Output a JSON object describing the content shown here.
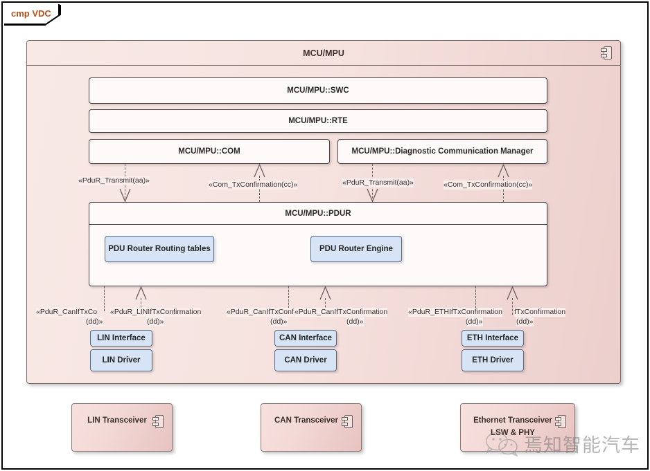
{
  "frame": {
    "label": "cmp VDC"
  },
  "main_component": {
    "title": "MCU/MPU",
    "icon": "component-icon"
  },
  "layers": [
    {
      "name": "swc",
      "label": "MCU/MPU::SWC"
    },
    {
      "name": "rte",
      "label": "MCU/MPU::RTE"
    },
    {
      "name": "com",
      "label": "MCU/MPU::COM"
    },
    {
      "name": "dcm",
      "label": "MCU/MPU::Diagnostic Communication Manager"
    },
    {
      "name": "pdur",
      "label": "MCU/MPU::PDUR"
    }
  ],
  "pdur_children": [
    {
      "name": "routing-tables",
      "label": "PDU Router Routing tables"
    },
    {
      "name": "router-engine",
      "label": "PDU Router Engine"
    }
  ],
  "upper_connectors": [
    {
      "name": "com-pdur-transmit",
      "label": "«PduR_Transmit(aa)»",
      "kind": "dependency-down"
    },
    {
      "name": "com-pdur-confirmation",
      "label": "«Com_TxConfirmation(cc)»",
      "kind": "realization-up"
    },
    {
      "name": "dcm-pdur-transmit",
      "label": "«PduR_Transmit(aa)»",
      "kind": "dependency-down"
    },
    {
      "name": "dcm-pdur-confirmation",
      "label": "«Com_TxConfirmation(cc)»",
      "kind": "realization-up"
    }
  ],
  "lower_connectors": [
    {
      "name": "lin-left-label",
      "label": "«PduR_CanIfTxCo",
      "suffix": "(dd)»"
    },
    {
      "name": "lin-right-label",
      "label": "«PduR_LINIfTxConfirmation",
      "suffix": "(dd)»"
    },
    {
      "name": "can-left-label",
      "label": "«PduR_CanIfTxConf",
      "suffix": "(dd)»"
    },
    {
      "name": "can-right-label",
      "label": "«PduR_CanIfTxConfirmation",
      "suffix": "(dd)»"
    },
    {
      "name": "eth-left-label",
      "label": "«PduR_ETHIfTxConfirmation",
      "suffix": "(dd)»"
    },
    {
      "name": "eth-right-label",
      "label": "fTxConfirmation",
      "suffix": "(dd)»"
    }
  ],
  "interfaces": [
    {
      "name": "lin-interface",
      "label": "LIN Interface"
    },
    {
      "name": "can-interface",
      "label": "CAN Interface"
    },
    {
      "name": "eth-interface",
      "label": "ETH Interface"
    }
  ],
  "drivers": [
    {
      "name": "lin-driver",
      "label": "LIN Driver"
    },
    {
      "name": "can-driver",
      "label": "CAN Driver"
    },
    {
      "name": "eth-driver",
      "label": "ETH Driver"
    }
  ],
  "transceivers": [
    {
      "name": "lin-transceiver",
      "label": "LIN Transceiver",
      "sub": ""
    },
    {
      "name": "can-transceiver",
      "label": "CAN Transceiver",
      "sub": ""
    },
    {
      "name": "ethernet-transceiver",
      "label": "Ethernet Transceiver",
      "sub": "LSW & PHY"
    }
  ],
  "watermark": {
    "text": "焉知智能汽车",
    "logo": "wechat-logo"
  },
  "colors": {
    "frame_label": "#b5521f",
    "component_pink": "#f6e3e0",
    "component_pink_dark": "#eccfcc",
    "block_white": "#fdfaf9",
    "blue_box": "#d6e4f6",
    "line": "#6d5f5e",
    "border": "#4a4040"
  }
}
